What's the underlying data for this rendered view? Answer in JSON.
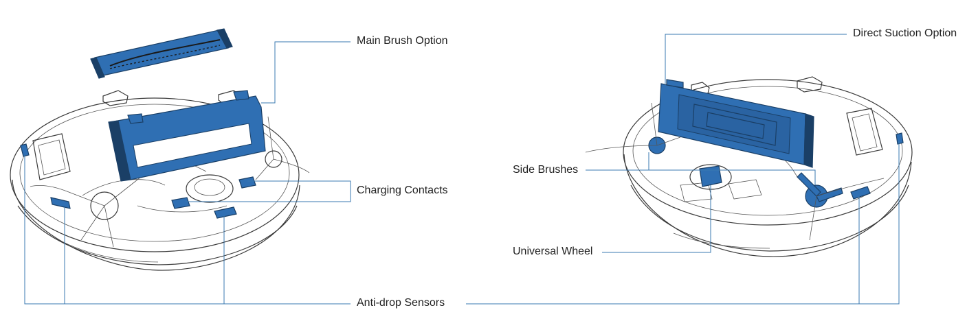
{
  "colors": {
    "part_fill": "#2f6fb3",
    "part_dark": "#1a3f66",
    "leader": "#3a78b0",
    "outline": "#3a3a3a",
    "text": "#222222"
  },
  "labels": {
    "main_brush": "Main Brush Option",
    "charging_contacts": "Charging Contacts",
    "anti_drop": "Anti-drop Sensors",
    "direct_suction": "Direct Suction Option",
    "side_brushes": "Side Brushes",
    "universal_wheel": "Universal Wheel"
  }
}
